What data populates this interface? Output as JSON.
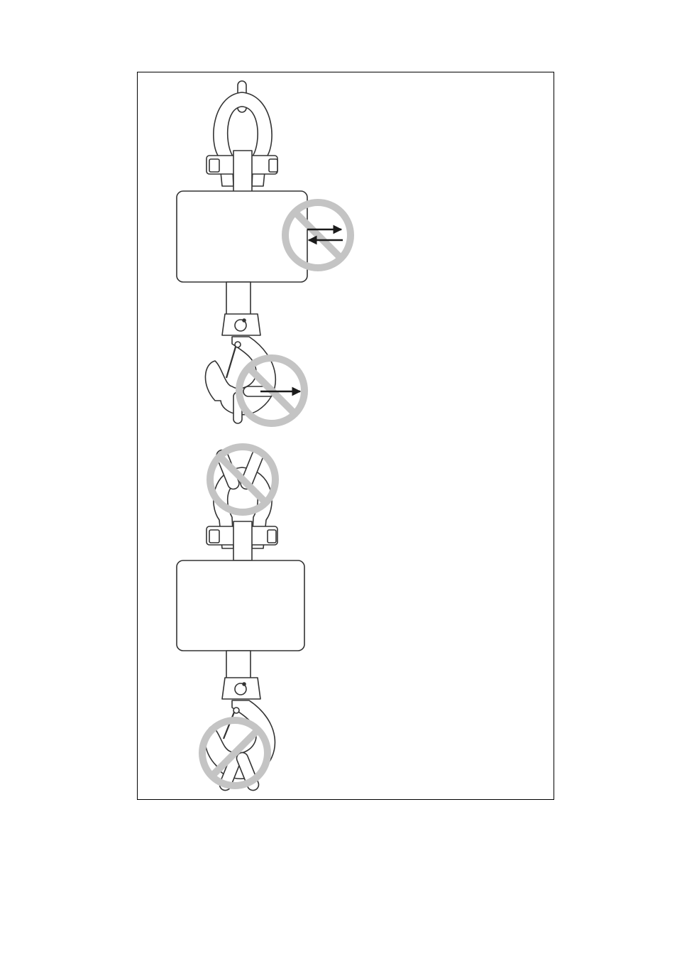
{
  "figure": {
    "panels": [
      {
        "id": "top",
        "scene": "crane-scale-with-shackle-and-hook",
        "prohibitions": [
          "no-side-pull-on-body",
          "no-load-on-hook-tip"
        ]
      },
      {
        "id": "bottom",
        "scene": "crane-scale-with-shackle-and-hook",
        "prohibitions": [
          "no-double-sling-on-shackle",
          "no-double-sling-on-hook"
        ]
      }
    ],
    "icons": [
      "prohibition-icon",
      "double-arrow-icon",
      "arrow-right-icon",
      "crane-scale-icon"
    ],
    "colors": {
      "line": "#333333",
      "prohibition": "#c4c4c4",
      "fill": "#ffffff"
    }
  }
}
